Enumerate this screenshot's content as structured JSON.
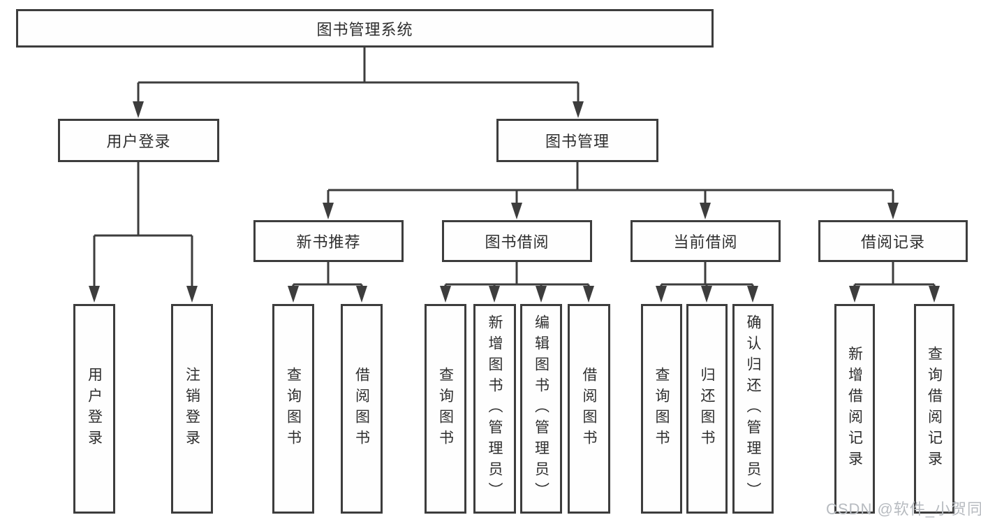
{
  "colors": {
    "line": "#3d3d3d",
    "box_border": "#3d3d3d",
    "box_fill": "#fefefe",
    "text": "#2e2e2e",
    "watermark": "#b7bbc0",
    "background": "#ffffff"
  },
  "diagram": {
    "root": {
      "label": "图书管理系统"
    },
    "level2": [
      {
        "label": "用户登录"
      },
      {
        "label": "图书管理"
      }
    ],
    "level3": [
      {
        "label": "新书推荐"
      },
      {
        "label": "图书借阅"
      },
      {
        "label": "当前借阅"
      },
      {
        "label": "借阅记录"
      }
    ],
    "leaves": [
      {
        "label": "用户登录"
      },
      {
        "label": "注销登录"
      },
      {
        "label": "查询图书"
      },
      {
        "label": "借阅图书"
      },
      {
        "label": "查询图书"
      },
      {
        "label": "新增图书（管理员）"
      },
      {
        "label": "编辑图书（管理员）"
      },
      {
        "label": "借阅图书"
      },
      {
        "label": "查询图书"
      },
      {
        "label": "归还图书"
      },
      {
        "label": "确认归还（管理员）"
      },
      {
        "label": "新增借阅记录"
      },
      {
        "label": "查询借阅记录"
      }
    ]
  },
  "watermark": {
    "text": "CSDN @软件_小贺同学"
  }
}
